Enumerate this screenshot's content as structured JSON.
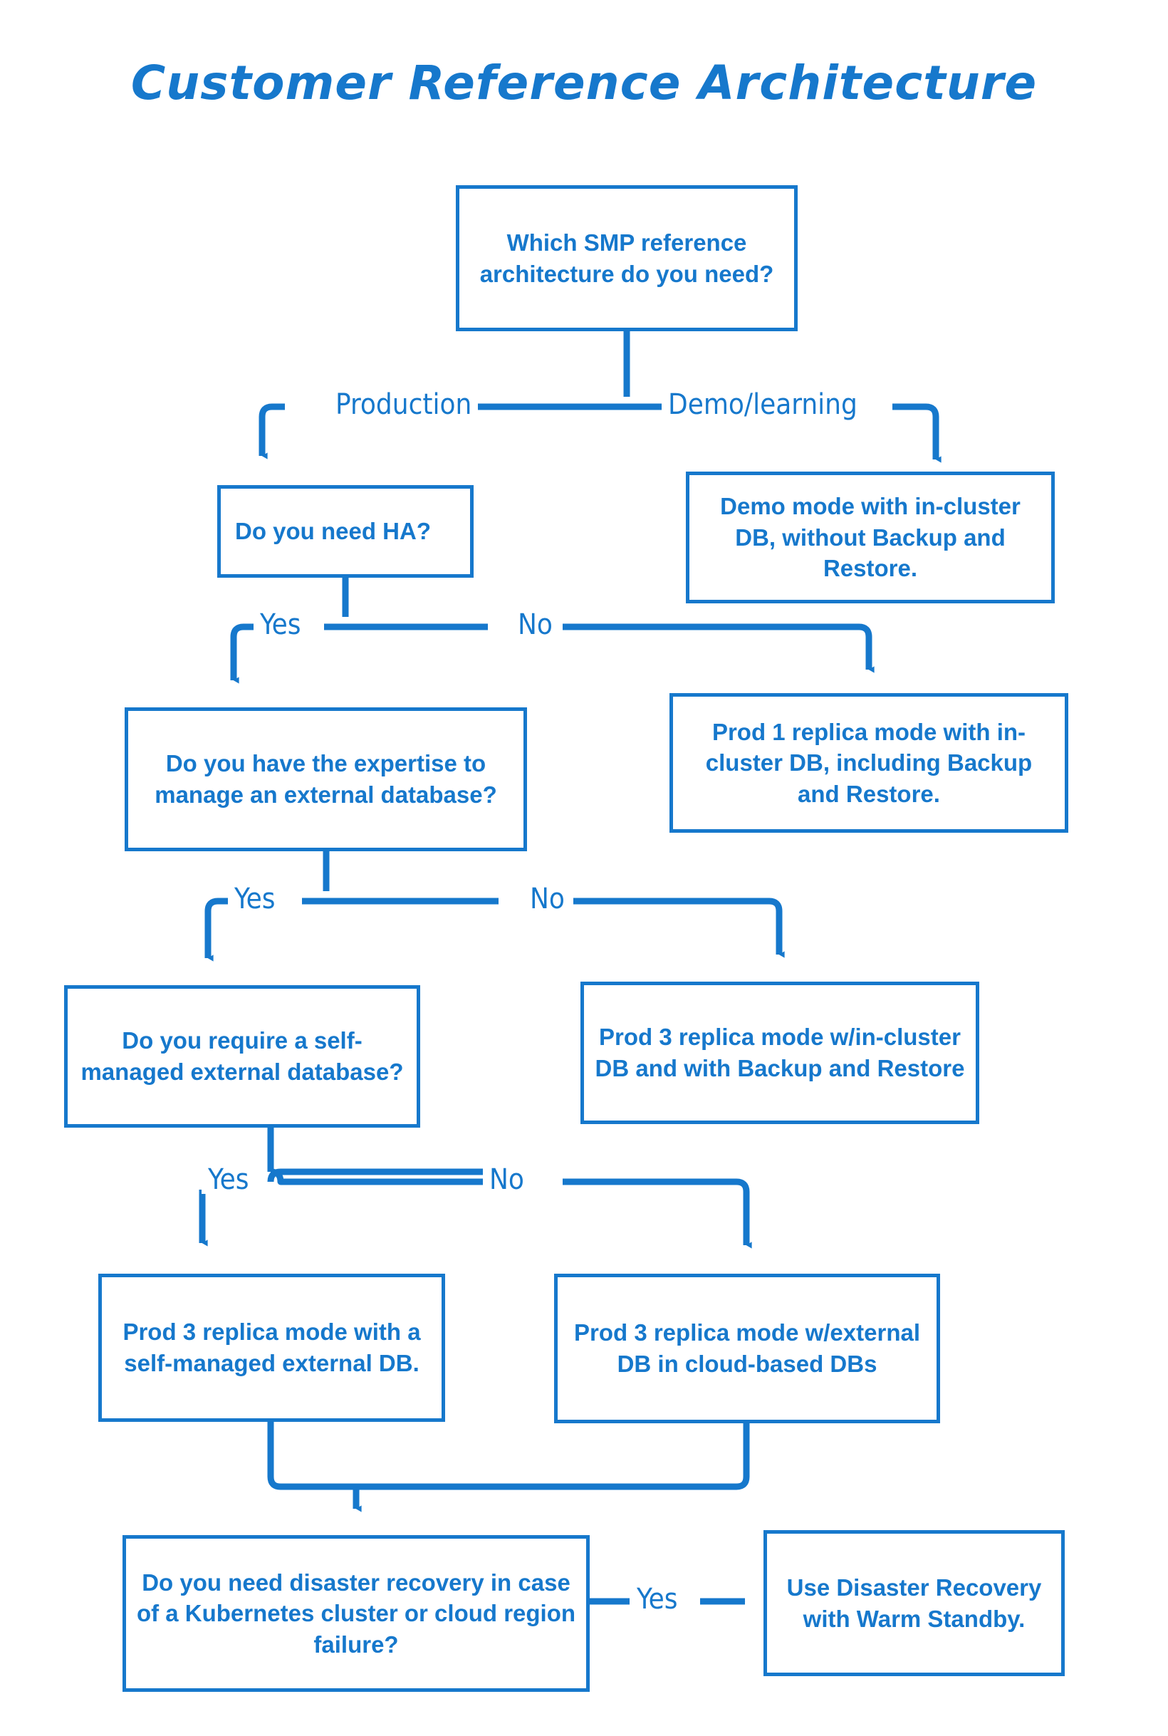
{
  "title": "Customer Reference Architecture",
  "theme": {
    "accent": "#1678CC",
    "background": "#ffffff"
  },
  "chart_data": {
    "type": "diagram",
    "diagram_type": "decision-flowchart",
    "title": "Customer Reference Architecture",
    "nodes": [
      {
        "id": "n1",
        "label": "Which SMP reference architecture do you need?",
        "kind": "decision"
      },
      {
        "id": "n2",
        "label": "Do you need HA?",
        "kind": "decision"
      },
      {
        "id": "n3",
        "label": "Demo mode with in-cluster DB, without Backup and Restore.",
        "kind": "outcome"
      },
      {
        "id": "n4",
        "label": "Do you have the expertise to manage an external database?",
        "kind": "decision"
      },
      {
        "id": "n5",
        "label": "Prod 1 replica mode with in-cluster DB, including Backup and Restore.",
        "kind": "outcome"
      },
      {
        "id": "n6",
        "label": "Do you require a self-managed external database?",
        "kind": "decision"
      },
      {
        "id": "n7",
        "label": "Prod 3 replica mode w/in-cluster DB and with Backup and Restore",
        "kind": "outcome"
      },
      {
        "id": "n8",
        "label": "Prod 3 replica mode with a self-managed external DB.",
        "kind": "outcome"
      },
      {
        "id": "n9",
        "label": "Prod 3 replica mode w/external DB in cloud-based DBs",
        "kind": "outcome"
      },
      {
        "id": "n10",
        "label": "Do you need disaster recovery in case of a Kubernetes cluster or cloud region failure?",
        "kind": "decision"
      },
      {
        "id": "n11",
        "label": "Use Disaster Recovery with Warm Standby.",
        "kind": "outcome"
      }
    ],
    "edges": [
      {
        "from": "n1",
        "to": "n2",
        "label": "Production"
      },
      {
        "from": "n1",
        "to": "n3",
        "label": "Demo/learning"
      },
      {
        "from": "n2",
        "to": "n4",
        "label": "Yes"
      },
      {
        "from": "n2",
        "to": "n5",
        "label": "No"
      },
      {
        "from": "n4",
        "to": "n6",
        "label": "Yes"
      },
      {
        "from": "n4",
        "to": "n7",
        "label": "No"
      },
      {
        "from": "n6",
        "to": "n8",
        "label": "Yes"
      },
      {
        "from": "n6",
        "to": "n9",
        "label": "No"
      },
      {
        "from": "n8",
        "to": "n10",
        "label": ""
      },
      {
        "from": "n9",
        "to": "n10",
        "label": ""
      },
      {
        "from": "n10",
        "to": "n11",
        "label": "Yes"
      }
    ]
  },
  "nodes": {
    "n1": "Which SMP reference architecture do you need?",
    "n2": "Do you need HA?",
    "n3": "Demo mode with in-cluster DB, without Backup and Restore.",
    "n4": "Do you have the expertise to manage an external database?",
    "n5": "Prod 1 replica mode with in-cluster DB, including Backup and Restore.",
    "n6": "Do you require a self-managed external database?",
    "n7": "Prod 3 replica mode w/in-cluster DB and with Backup and Restore",
    "n8": "Prod 3 replica mode with a self-managed external DB.",
    "n9": "Prod 3 replica mode w/external DB in cloud-based DBs",
    "n10": "Do you need disaster recovery in case of a Kubernetes cluster or cloud region failure?",
    "n11": "Use Disaster Recovery with Warm Standby."
  },
  "edge_labels": {
    "production": "Production",
    "demo_learning": "Demo/learning",
    "ha_yes": "Yes",
    "ha_no": "No",
    "expertise_yes": "Yes",
    "expertise_no": "No",
    "selfmanaged_yes": "Yes",
    "selfmanaged_no": "No",
    "dr_yes": "Yes"
  }
}
